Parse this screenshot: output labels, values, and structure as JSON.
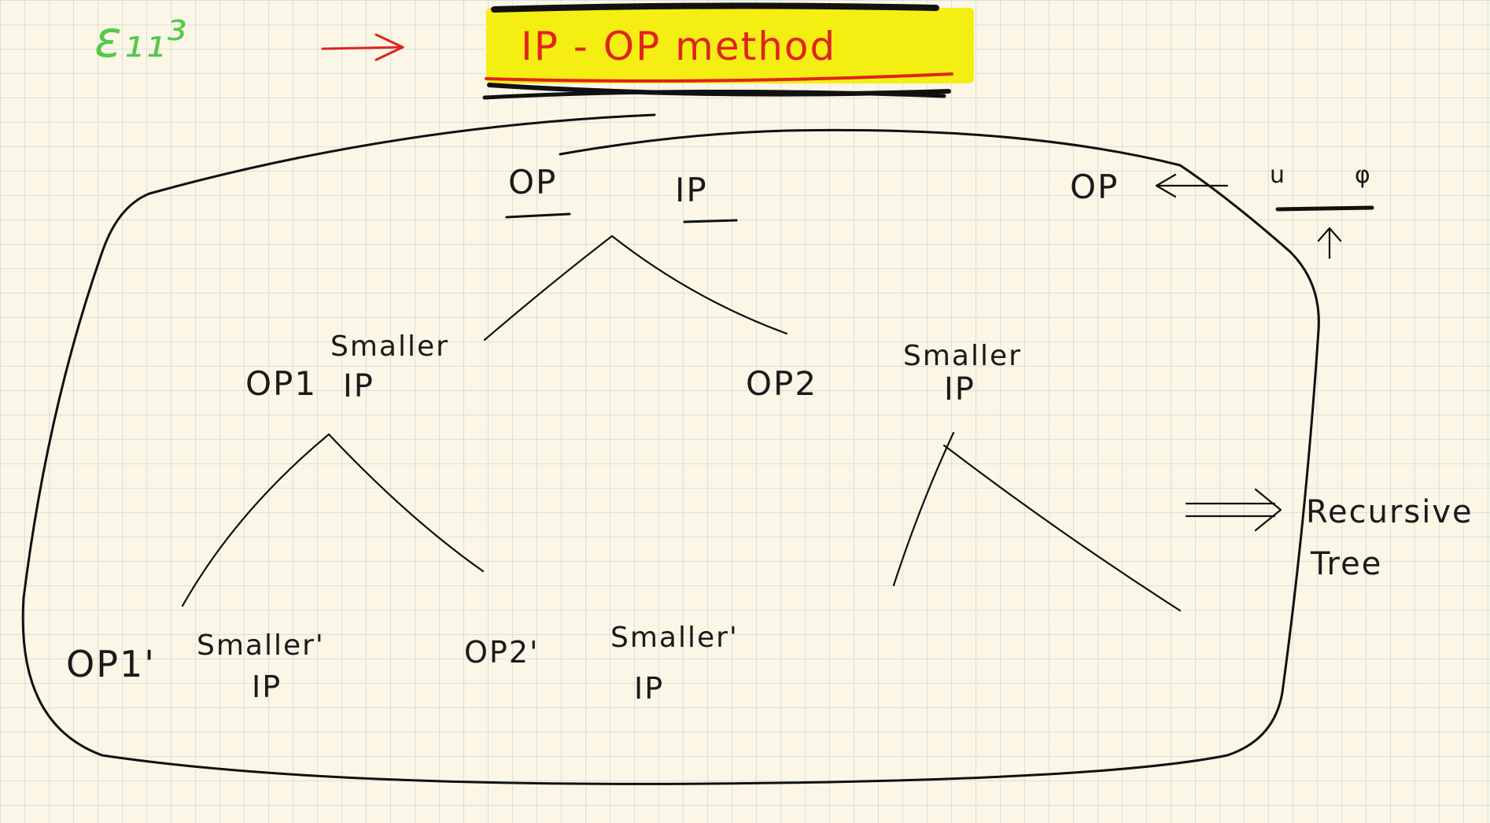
{
  "page": {
    "title": "IP - OP method",
    "corner_note": "ε₁₁³"
  },
  "root": {
    "op_label": "OP",
    "ip_label": "IP"
  },
  "level1": {
    "left_op": "OP1",
    "left_ip_top": "Smaller",
    "left_ip_bottom": "IP",
    "right_op": "OP2",
    "right_ip_top": "Smaller",
    "right_ip_bottom": "IP"
  },
  "level2": {
    "op1_prime": "OP1'",
    "op1_ip_top": "Smaller'",
    "op1_ip_bottom": "IP",
    "op2_prime": "OP2'",
    "op2_ip_top": "Smaller'",
    "op2_ip_bottom": "IP"
  },
  "side": {
    "op_label": "OP",
    "blank_left": "u",
    "blank_right": "φ",
    "result_top": "Recursive",
    "result_bottom": "Tree"
  },
  "colors": {
    "highlight": "#f5ee12",
    "red_ink": "#e0241d",
    "green_ink": "#54c94a",
    "black_ink": "#111111",
    "paper": "#fbf6e6",
    "grid": "#96becd"
  }
}
